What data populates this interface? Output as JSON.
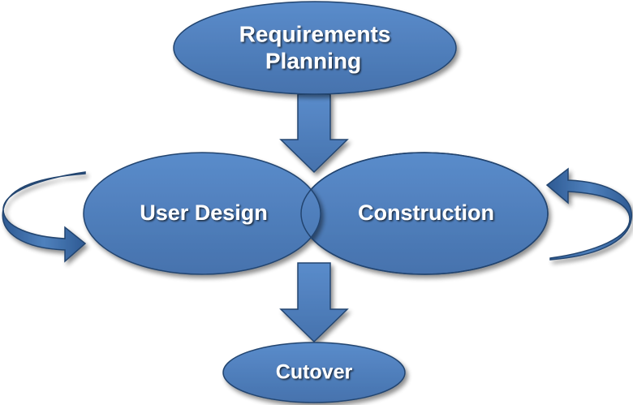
{
  "diagram": {
    "nodes": {
      "requirements": {
        "line1": "Requirements",
        "line2": "Planning"
      },
      "user_design": {
        "label": "User Design"
      },
      "construction": {
        "label": "Construction"
      },
      "cutover": {
        "label": "Cutover"
      }
    },
    "colors": {
      "fill": "#4f81bd",
      "stroke": "#22446f",
      "text": "#ffffff"
    },
    "icons": [
      "arrow-down-icon",
      "loop-arrow-left-icon",
      "loop-arrow-right-icon"
    ]
  }
}
